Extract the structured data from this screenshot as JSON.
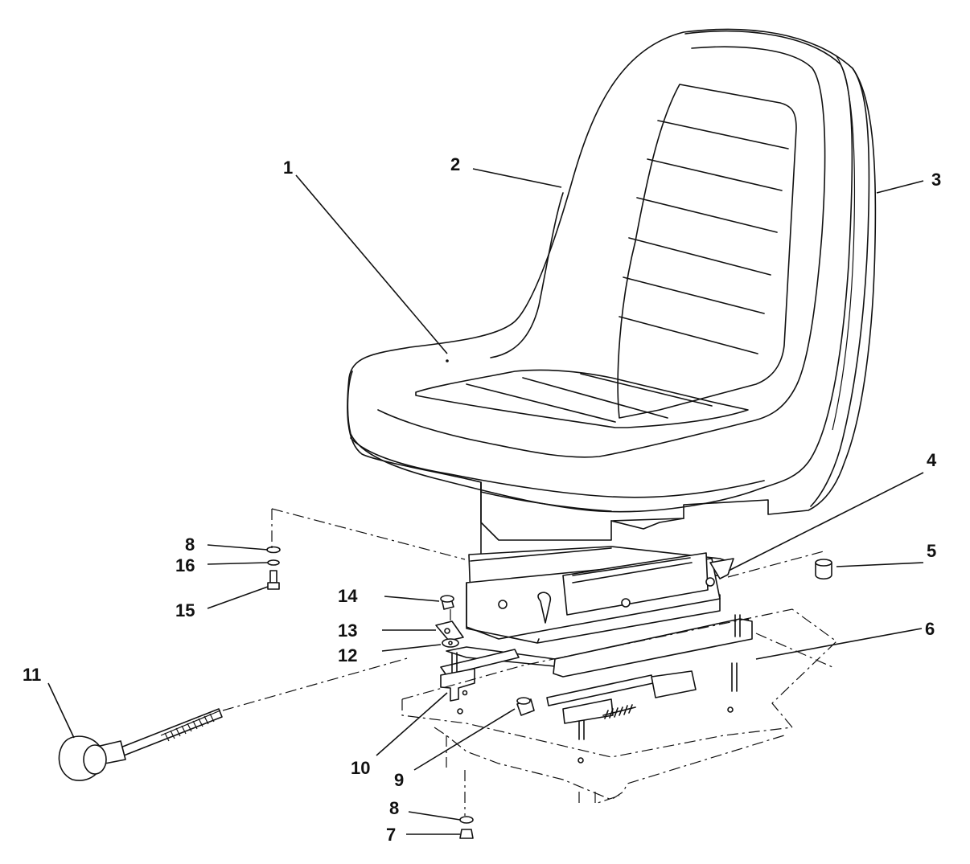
{
  "callouts": {
    "c1": "1",
    "c2": "2",
    "c3": "3",
    "c4": "4",
    "c5": "5",
    "c6": "6",
    "c7": "7",
    "c8a": "8",
    "c8b": "8",
    "c9": "9",
    "c10": "10",
    "c11": "11",
    "c12": "12",
    "c13": "13",
    "c14": "14",
    "c15": "15",
    "c16": "16"
  }
}
